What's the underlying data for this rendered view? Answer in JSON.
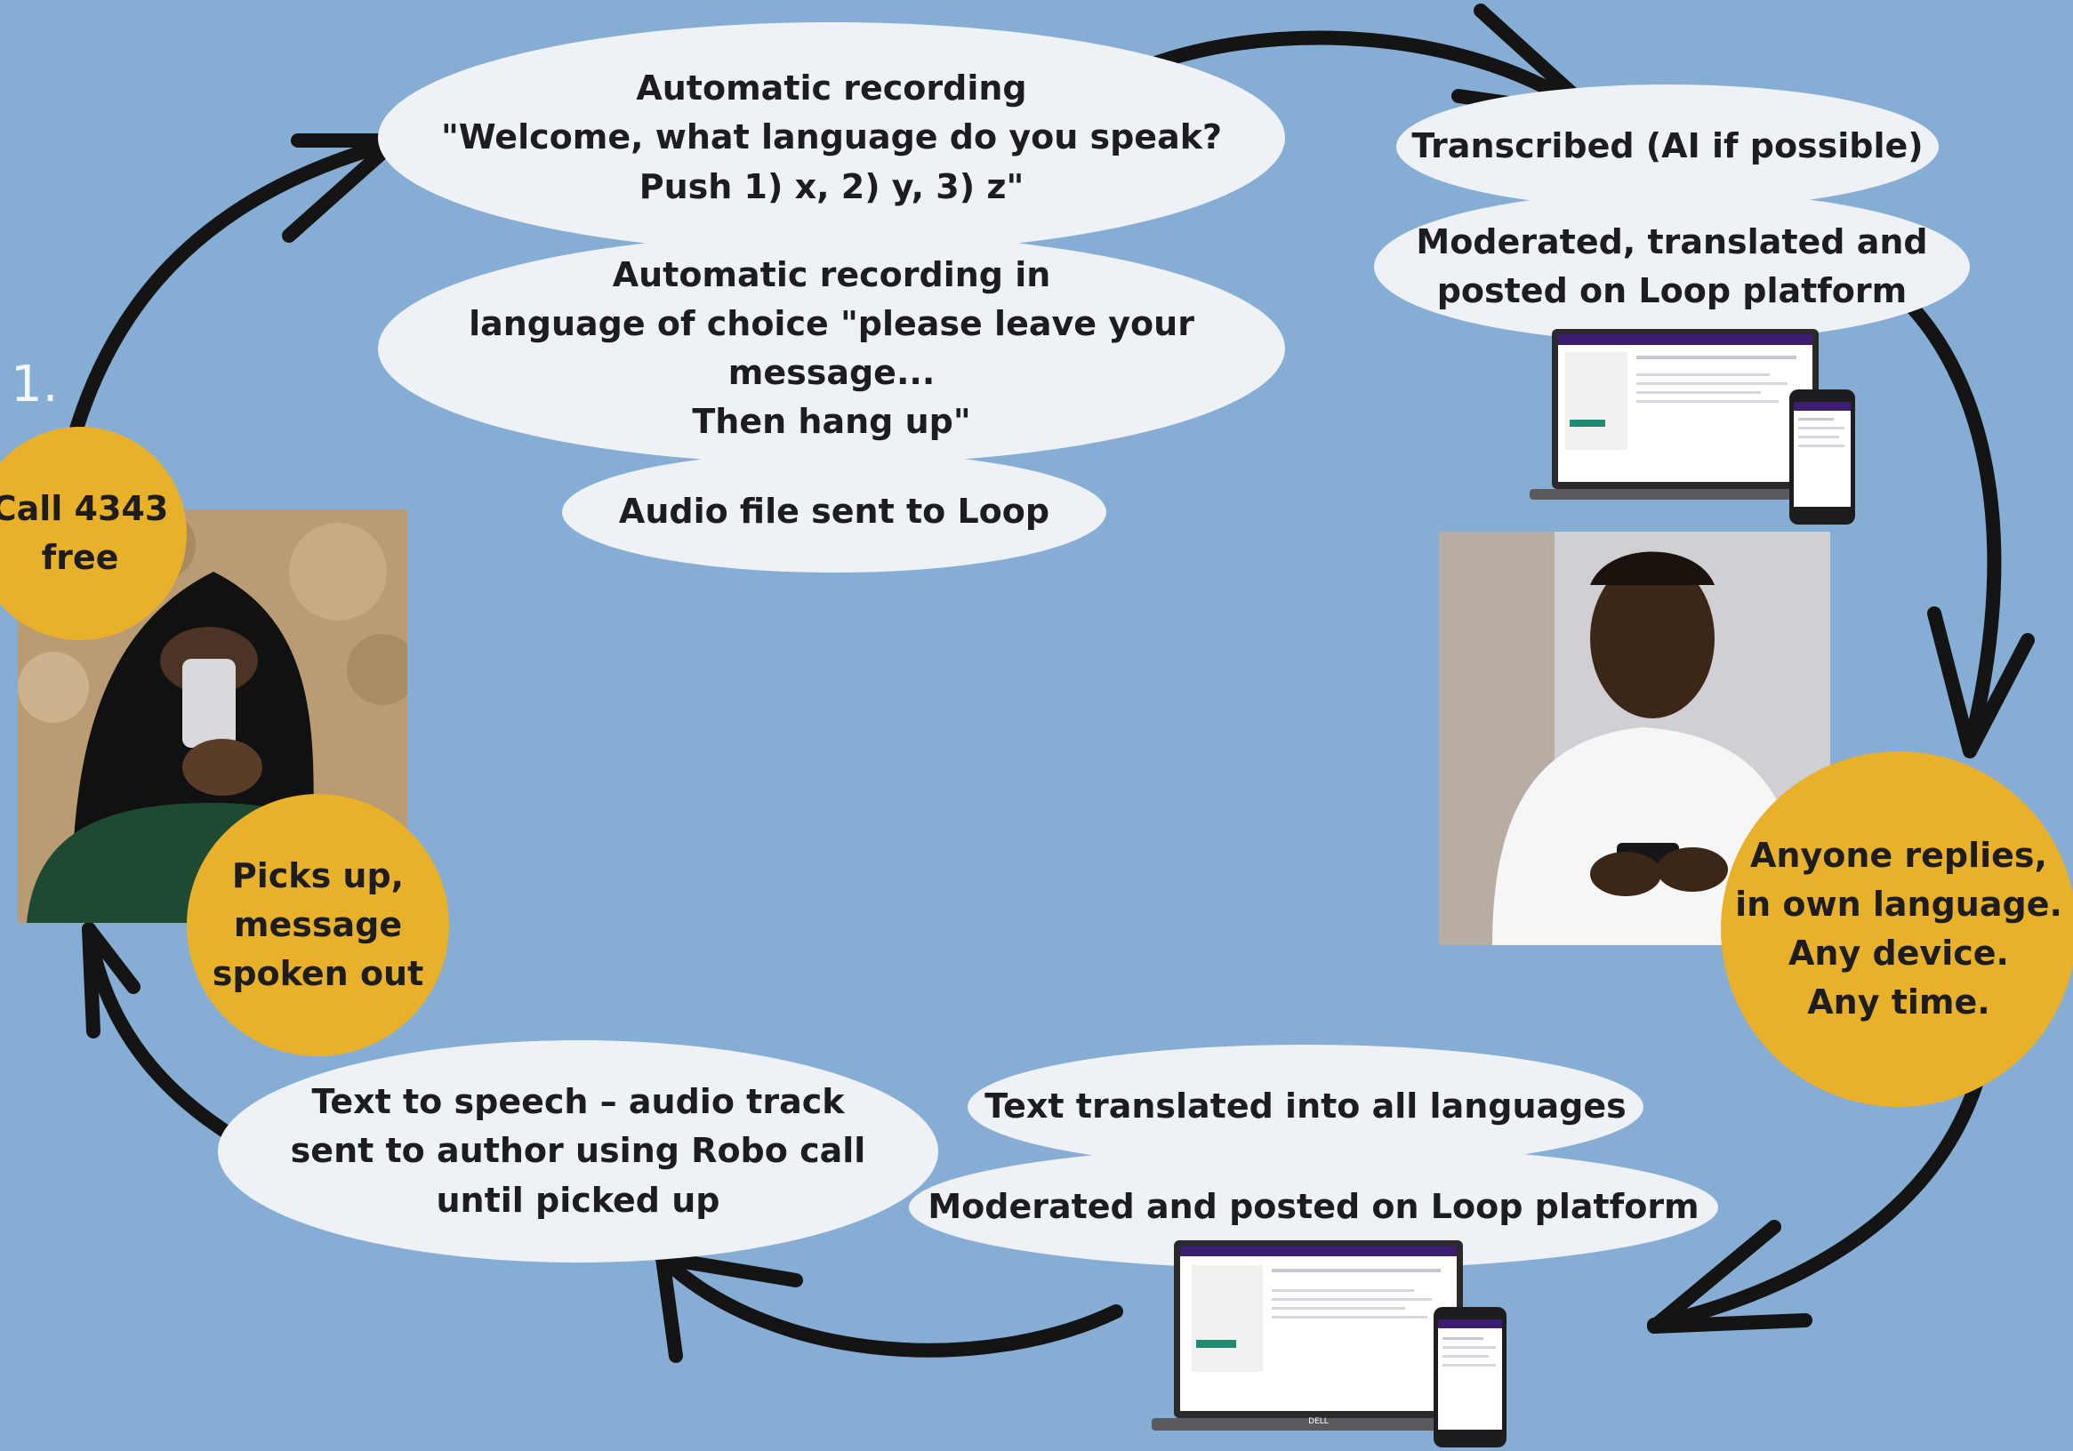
{
  "step_number": "1.",
  "top_bubbles": {
    "welcome": "Automatic recording\n\"Welcome, what language do you speak?\nPush 1) x, 2) y, 3) z\"",
    "leave_message": "Automatic recording in\nlanguage of choice \"please leave your message...\nThen hang up\"",
    "audio_sent": "Audio file sent to Loop"
  },
  "right_bubbles": {
    "transcribed": "Transcribed (AI if possible)",
    "moderated_translated": "Moderated, translated and\nposted on Loop platform"
  },
  "bottom_bubbles": {
    "text_translated": "Text translated into all languages",
    "moderated_posted": "Moderated and posted on Loop platform",
    "text_to_speech": "Text to speech – audio track\nsent to author using Robo call\nuntil picked up"
  },
  "circles": {
    "call": "Call 4343\nfree",
    "picks_up": "Picks up,\nmessage\nspoken out",
    "anyone_replies": "Anyone replies,\nin own language.\nAny device.\nAny time."
  },
  "device_brand": "DELL",
  "app_name": "Loop",
  "colors": {
    "background": "#86add4",
    "bubble": "#eef1f5",
    "circle": "#e9b02a",
    "arrow": "#141414",
    "app_header": "#3b1f6e"
  }
}
